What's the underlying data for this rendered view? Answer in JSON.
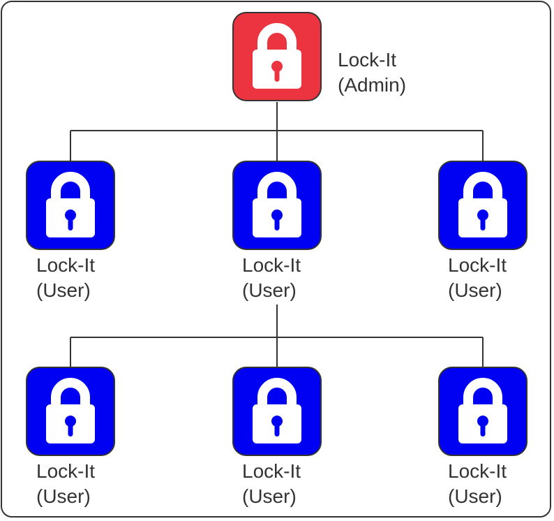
{
  "colors": {
    "admin": "#ec3340",
    "user": "#0000f2",
    "border": "#333333",
    "line": "#333333",
    "lock": "#ffffff"
  },
  "icon": "padlock-icon",
  "admin": {
    "line1": "Lock-It",
    "line2": "(Admin)"
  },
  "users": [
    {
      "line1": "Lock-It",
      "line2": "(User)"
    },
    {
      "line1": "Lock-It",
      "line2": "(User)"
    },
    {
      "line1": "Lock-It",
      "line2": "(User)"
    },
    {
      "line1": "Lock-It",
      "line2": "(User)"
    },
    {
      "line1": "Lock-It",
      "line2": "(User)"
    },
    {
      "line1": "Lock-It",
      "line2": "(User)"
    }
  ]
}
